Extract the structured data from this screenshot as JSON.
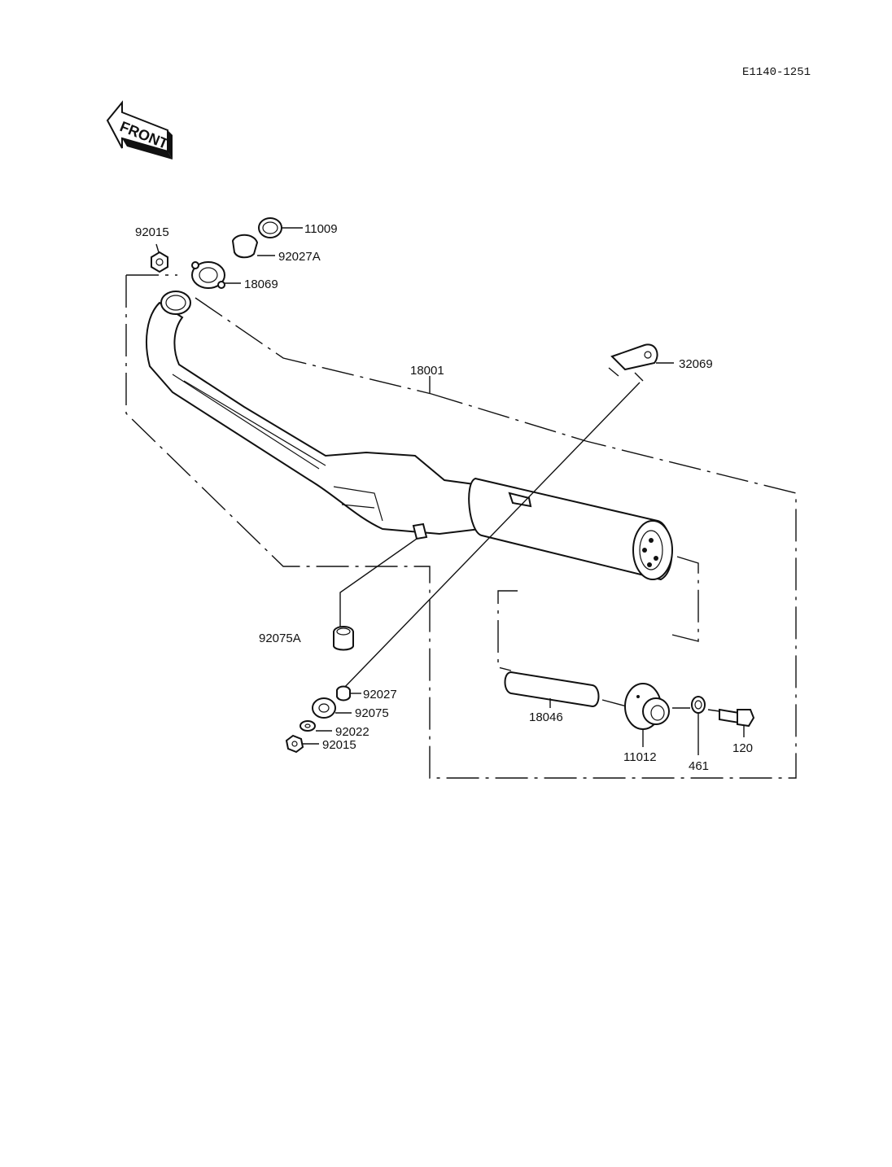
{
  "diagram_code": "E1140-1251",
  "front_label": "FRONT",
  "parts": {
    "p92015_top": "92015",
    "p11009": "11009",
    "p92027A": "92027A",
    "p18069": "18069",
    "p18001": "18001",
    "p32069": "32069",
    "p92075A": "92075A",
    "p92027": "92027",
    "p92075": "92075",
    "p92022": "92022",
    "p92015_bottom": "92015",
    "p18046": "18046",
    "p11012": "11012",
    "p461": "461",
    "p120": "120"
  }
}
